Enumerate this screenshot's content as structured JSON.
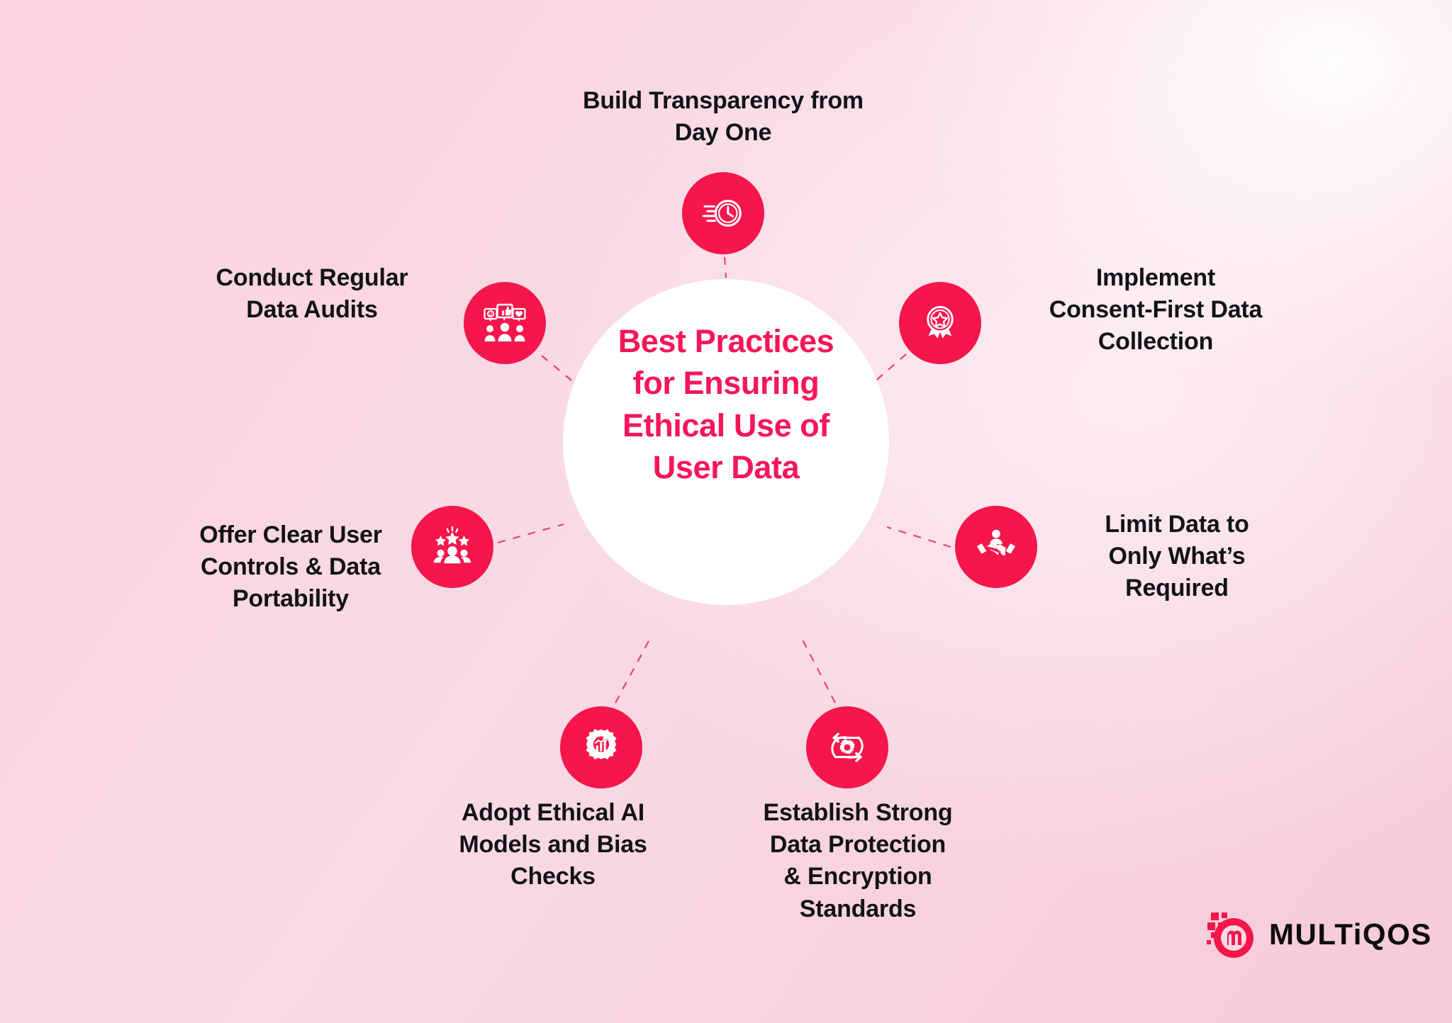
{
  "theme": {
    "accent": "#f5164c",
    "accent_text": "#f5165a",
    "label_text": "#111317",
    "bg_pink_light": "#fbd2df",
    "bg_pink_deep": "#f6cad9",
    "hub_fill": "#ffffff",
    "connector": "#e8356b"
  },
  "hub": {
    "lines": [
      "Best Practices",
      "for Ensuring",
      "Ethical Use of",
      "User Data"
    ]
  },
  "nodes": [
    {
      "id": "build-transparency",
      "icon": "clock-speed-icon",
      "lines": [
        "Build Transparency from",
        "Day One"
      ]
    },
    {
      "id": "implement-consent",
      "icon": "award-badge-icon",
      "lines": [
        "Implement",
        "Consent-First Data",
        "Collection"
      ]
    },
    {
      "id": "limit-data",
      "icon": "handshake-icon",
      "lines": [
        "Limit Data to",
        "Only What’s",
        "Required"
      ]
    },
    {
      "id": "establish-encryption",
      "icon": "gear-cycle-icon",
      "lines": [
        "Establish Strong",
        "Data Protection",
        "& Encryption",
        "Standards"
      ]
    },
    {
      "id": "adopt-ethical-ai",
      "icon": "gear-chart-icon",
      "lines": [
        "Adopt Ethical AI",
        "Models and Bias",
        "Checks"
      ]
    },
    {
      "id": "offer-user-controls",
      "icon": "users-stars-icon",
      "lines": [
        "Offer Clear User",
        "Controls & Data",
        "Portability"
      ]
    },
    {
      "id": "conduct-audits",
      "icon": "feedback-people-icon",
      "lines": [
        "Conduct Regular",
        "Data Audits"
      ]
    }
  ],
  "brand": {
    "name": "MULTiQOS"
  }
}
